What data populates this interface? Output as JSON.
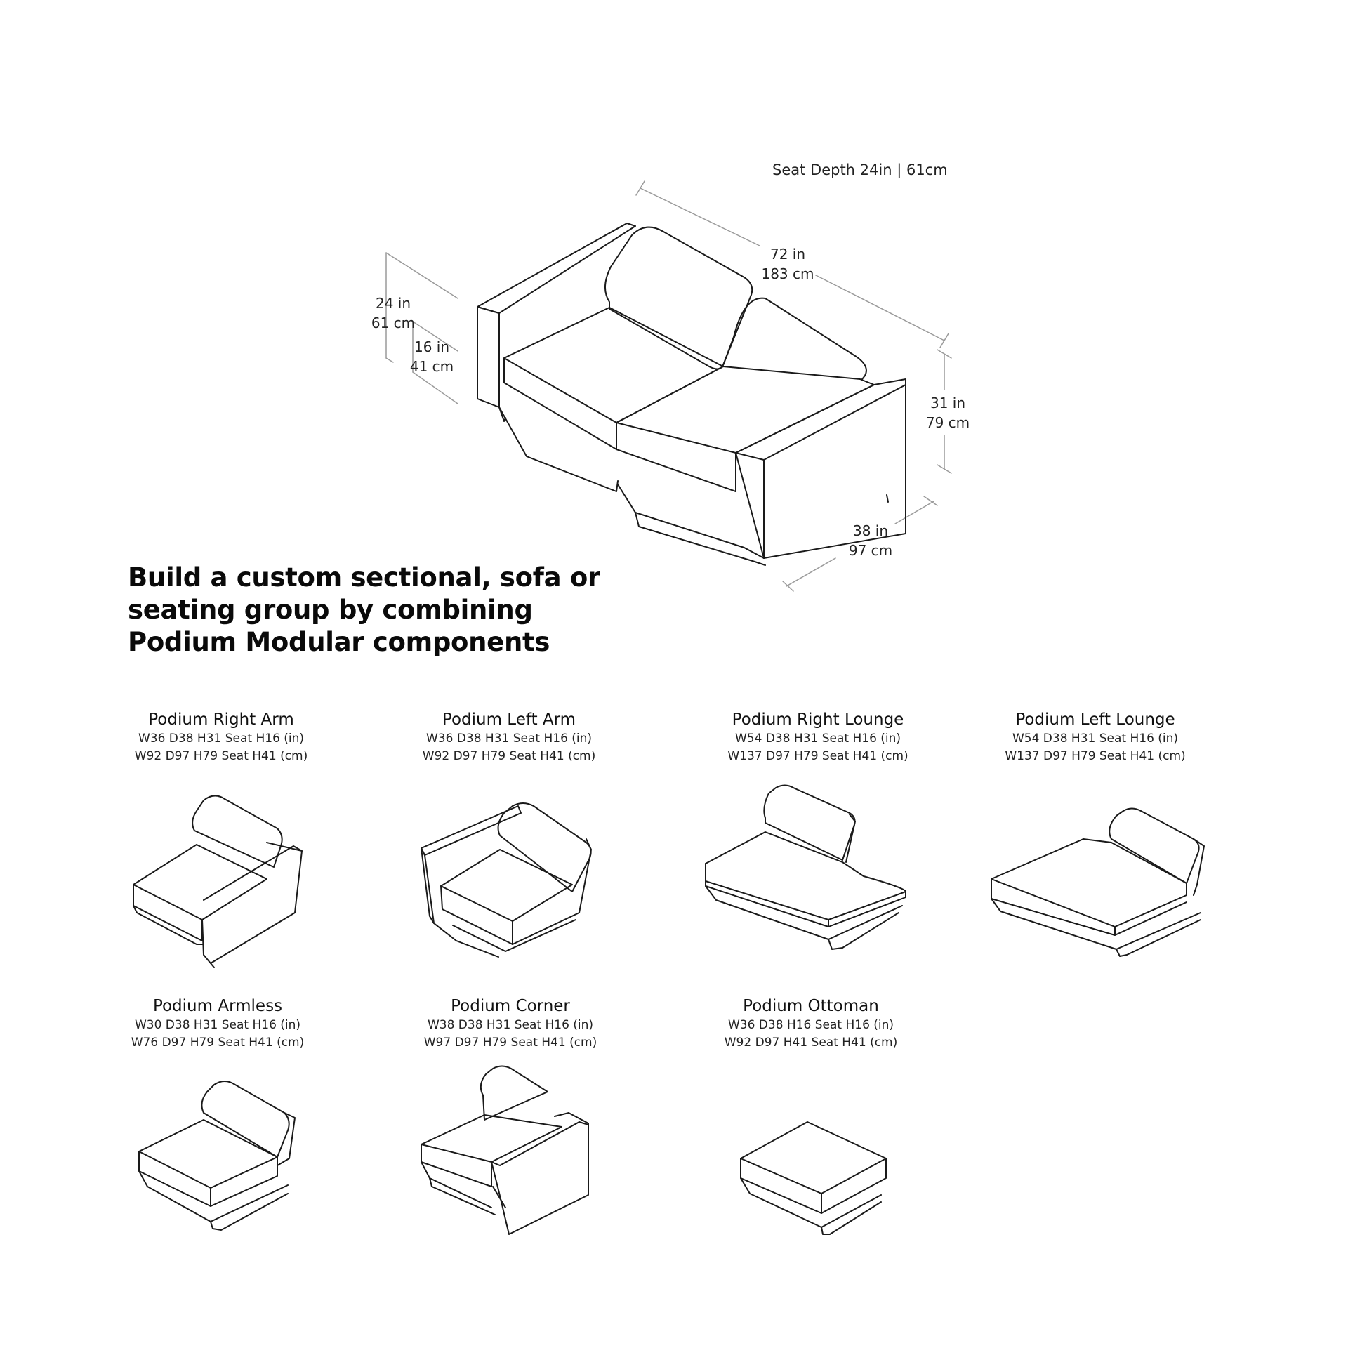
{
  "header": {
    "seat_depth": "Seat Depth 24in | 61cm"
  },
  "dimensions": {
    "width": {
      "in": "72 in",
      "cm": "183 cm"
    },
    "back_height": {
      "in": "24 in",
      "cm": "61 cm"
    },
    "seat_height": {
      "in": "16 in",
      "cm": "41 cm"
    },
    "height": {
      "in": "31 in",
      "cm": "79 cm"
    },
    "depth": {
      "in": "38 in",
      "cm": "97 cm"
    }
  },
  "headline": "Build a custom sectional, sofa or seating group by combining Podium Modular components",
  "components": [
    {
      "name": "Podium Right Arm",
      "spec_in": "W36 D38 H31 Seat H16 (in)",
      "spec_cm": "W92 D97 H79 Seat H41 (cm)"
    },
    {
      "name": "Podium Left Arm",
      "spec_in": "W36 D38 H31 Seat H16 (in)",
      "spec_cm": "W92 D97 H79 Seat H41 (cm)"
    },
    {
      "name": "Podium Right Lounge",
      "spec_in": "W54 D38 H31 Seat H16 (in)",
      "spec_cm": "W137 D97 H79 Seat H41 (cm)"
    },
    {
      "name": "Podium Left Lounge",
      "spec_in": "W54 D38 H31 Seat H16 (in)",
      "spec_cm": "W137 D97 H79 Seat H41 (cm)"
    },
    {
      "name": "Podium Armless",
      "spec_in": "W30 D38 H31 Seat H16 (in)",
      "spec_cm": "W76 D97 H79 Seat H41 (cm)"
    },
    {
      "name": "Podium Corner",
      "spec_in": "W38 D38 H31 Seat H16 (in)",
      "spec_cm": "W97 D97 H79 Seat H41 (cm)"
    },
    {
      "name": "Podium Ottoman",
      "spec_in": "W36 D38 H16 Seat H16 (in)",
      "spec_cm": "W92 D97 H41 Seat H41 (cm)"
    }
  ]
}
